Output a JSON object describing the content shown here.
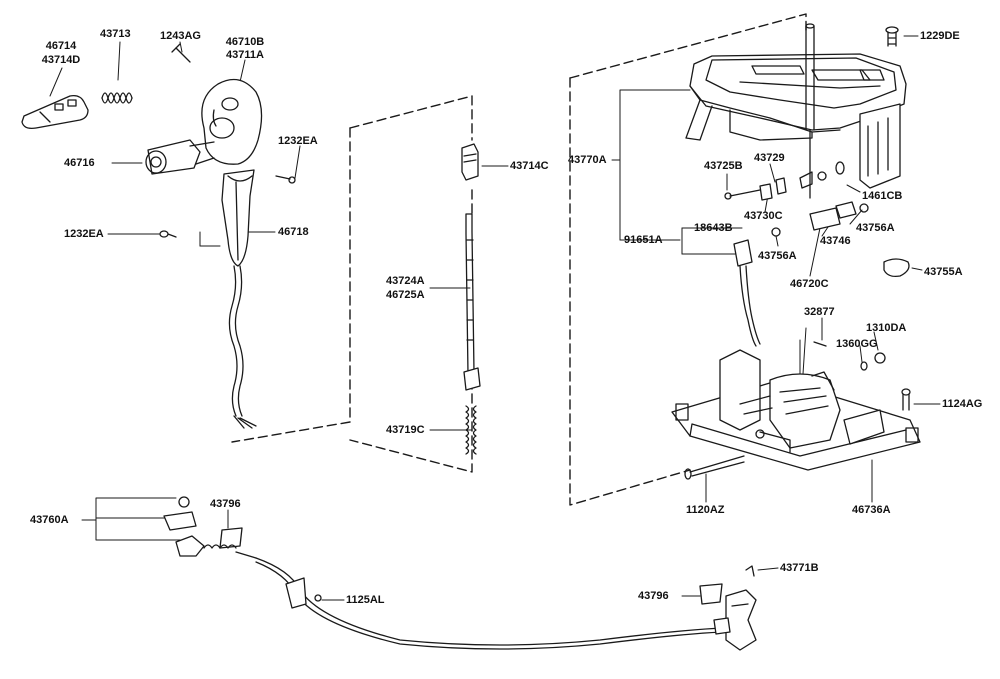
{
  "labels": {
    "l46714": "46714",
    "l43714D": "43714D",
    "l43713": "43713",
    "l1243AG": "1243AG",
    "l46710B": "46710B",
    "l43711A": "43711A",
    "l46716": "46716",
    "l1232EA_a": "1232EA",
    "l1232EA_b": "1232EA",
    "l46718": "46718",
    "l43714C": "43714C",
    "l43724A": "43724A",
    "l46725A": "46725A",
    "l43719C": "43719C",
    "l43770A": "43770A",
    "l1229DE": "1229DE",
    "l43725B": "43725B",
    "l43729": "43729",
    "l1461CB": "1461CB",
    "l43730C": "43730C",
    "l91651A": "91651A",
    "l18643B": "18643B",
    "l43756A_a": "43756A",
    "l43756A_b": "43756A",
    "l43746": "43746",
    "l46720C": "46720C",
    "l43755A": "43755A",
    "l32877": "32877",
    "l1310DA": "1310DA",
    "l1360GG": "1360GG",
    "l1124AG": "1124AG",
    "l1120AZ": "1120AZ",
    "l46736A": "46736A",
    "l43760A": "43760A",
    "l43796_a": "43796",
    "l43796_b": "43796",
    "l1125AL": "1125AL",
    "l43771B": "43771B"
  }
}
